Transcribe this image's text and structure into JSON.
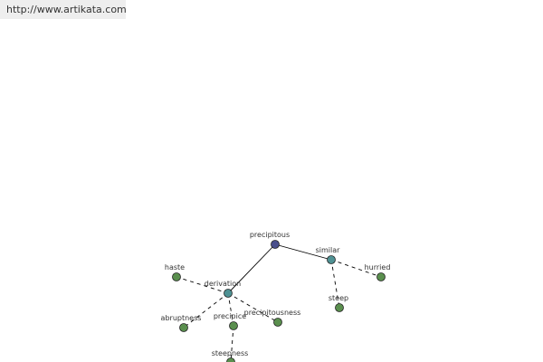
{
  "watermark": "http://www.artikata.com",
  "colors": {
    "root": "#4a4f8c",
    "relation": "#4f9294",
    "term": "#5a8f4e",
    "node_stroke": "#222222",
    "edge": "#000000"
  },
  "graph": {
    "nodes": [
      {
        "id": "precipitous",
        "label": "precipitous",
        "kind": "root"
      },
      {
        "id": "similar",
        "label": "similar",
        "kind": "relation"
      },
      {
        "id": "derivation",
        "label": "derivation",
        "kind": "relation"
      },
      {
        "id": "hurried",
        "label": "hurried",
        "kind": "term"
      },
      {
        "id": "steep",
        "label": "steep",
        "kind": "term"
      },
      {
        "id": "haste",
        "label": "haste",
        "kind": "term"
      },
      {
        "id": "abruptness",
        "label": "abruptness",
        "kind": "term"
      },
      {
        "id": "precipice",
        "label": "precipice",
        "kind": "term"
      },
      {
        "id": "precipitousness",
        "label": "precipitousness",
        "kind": "term"
      },
      {
        "id": "steepness",
        "label": "steepness",
        "kind": "term"
      }
    ],
    "edges": [
      {
        "from": "precipitous",
        "to": "similar",
        "style": "solid"
      },
      {
        "from": "precipitous",
        "to": "derivation",
        "style": "solid"
      },
      {
        "from": "similar",
        "to": "hurried",
        "style": "dashed"
      },
      {
        "from": "similar",
        "to": "steep",
        "style": "dashed"
      },
      {
        "from": "derivation",
        "to": "haste",
        "style": "dashed"
      },
      {
        "from": "derivation",
        "to": "abruptness",
        "style": "dashed"
      },
      {
        "from": "derivation",
        "to": "precipice",
        "style": "dashed"
      },
      {
        "from": "derivation",
        "to": "precipitousness",
        "style": "dashed"
      },
      {
        "from": "precipice",
        "to": "steepness",
        "style": "dashed"
      }
    ]
  }
}
